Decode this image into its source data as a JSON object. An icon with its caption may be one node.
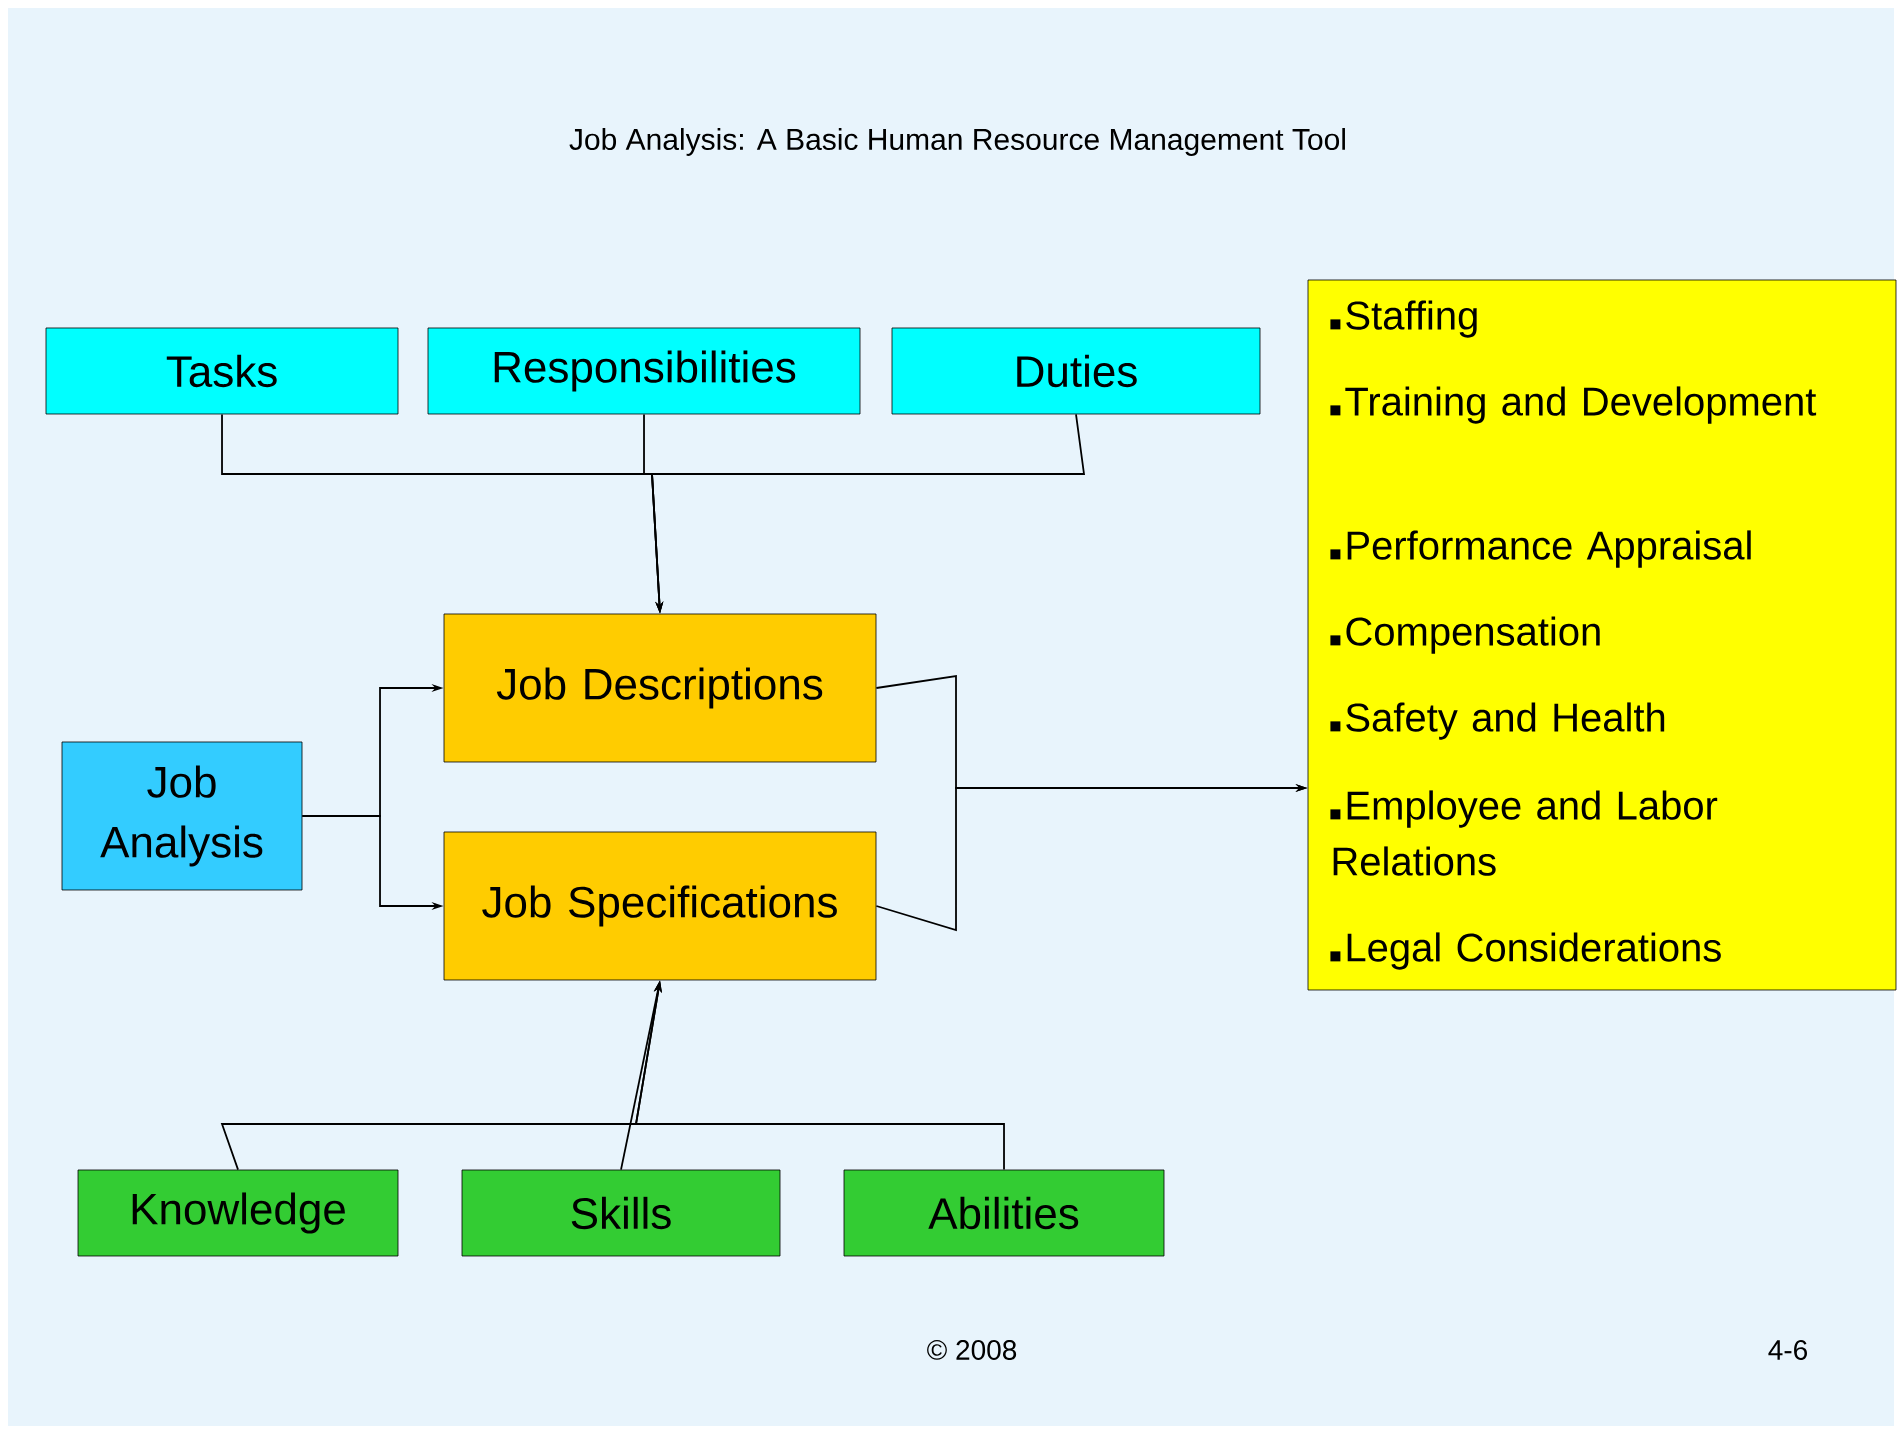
{
  "diagram": {
    "title": "Job Analysis: A Basic Human Resource Management Tool",
    "nodes": [
      {
        "text": [
          "Tasks"
        ]
      },
      {
        "text": [
          "Responsibilities"
        ]
      },
      {
        "text": [
          "Duties"
        ]
      },
      {
        "text": [
          "Job Descriptions"
        ]
      },
      {
        "text": [
          "Job Analysis"
        ]
      },
      {
        "text": [
          "Job Specifications"
        ]
      },
      {
        "text": [
          "Staffing",
          "Training and Development",
          "Performance Appraisal",
          "Compensation",
          "Safety and Health",
          "Employee and Labor Relations",
          "Legal Considerations"
        ]
      },
      {
        "text": [
          "Knowledge"
        ]
      },
      {
        "text": [
          "Skills"
        ]
      },
      {
        "text": [
          "Abilities"
        ]
      }
    ],
    "edges": [
      {
        "from": 0,
        "to": 3,
        "arrow": "to"
      },
      {
        "from": 1,
        "to": 3,
        "arrow": "to"
      },
      {
        "from": 2,
        "to": 3,
        "arrow": "to"
      },
      {
        "from": 4,
        "to": 3,
        "arrow": "to"
      },
      {
        "from": 4,
        "to": 5,
        "arrow": "to"
      },
      {
        "from": 3,
        "to": 6,
        "arrow": "to"
      },
      {
        "from": 5,
        "to": 6,
        "arrow": "to"
      },
      {
        "from": 7,
        "to": 5,
        "arrow": "to"
      },
      {
        "from": 8,
        "to": 5,
        "arrow": "to"
      },
      {
        "from": 9,
        "to": 5,
        "arrow": "to"
      }
    ],
    "labels": [
      "© 2008",
      "4-6"
    ]
  }
}
